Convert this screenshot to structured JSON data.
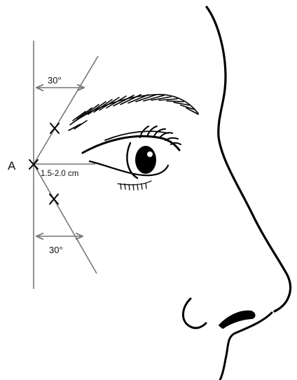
{
  "diagram": {
    "labels": {
      "point_a": "A",
      "upper_angle": "30°",
      "lower_angle": "30°",
      "distance": "1.5-2.0 cm"
    },
    "colors": {
      "guide_lines": "#777777",
      "face_outline": "#000000",
      "background": "#ffffff"
    },
    "icons": {
      "marker_top": "x-mark-icon",
      "marker_center": "x-mark-icon",
      "marker_bottom": "x-mark-icon",
      "upper_arrow": "double-arrow-icon",
      "lower_arrow": "double-arrow-icon"
    }
  }
}
